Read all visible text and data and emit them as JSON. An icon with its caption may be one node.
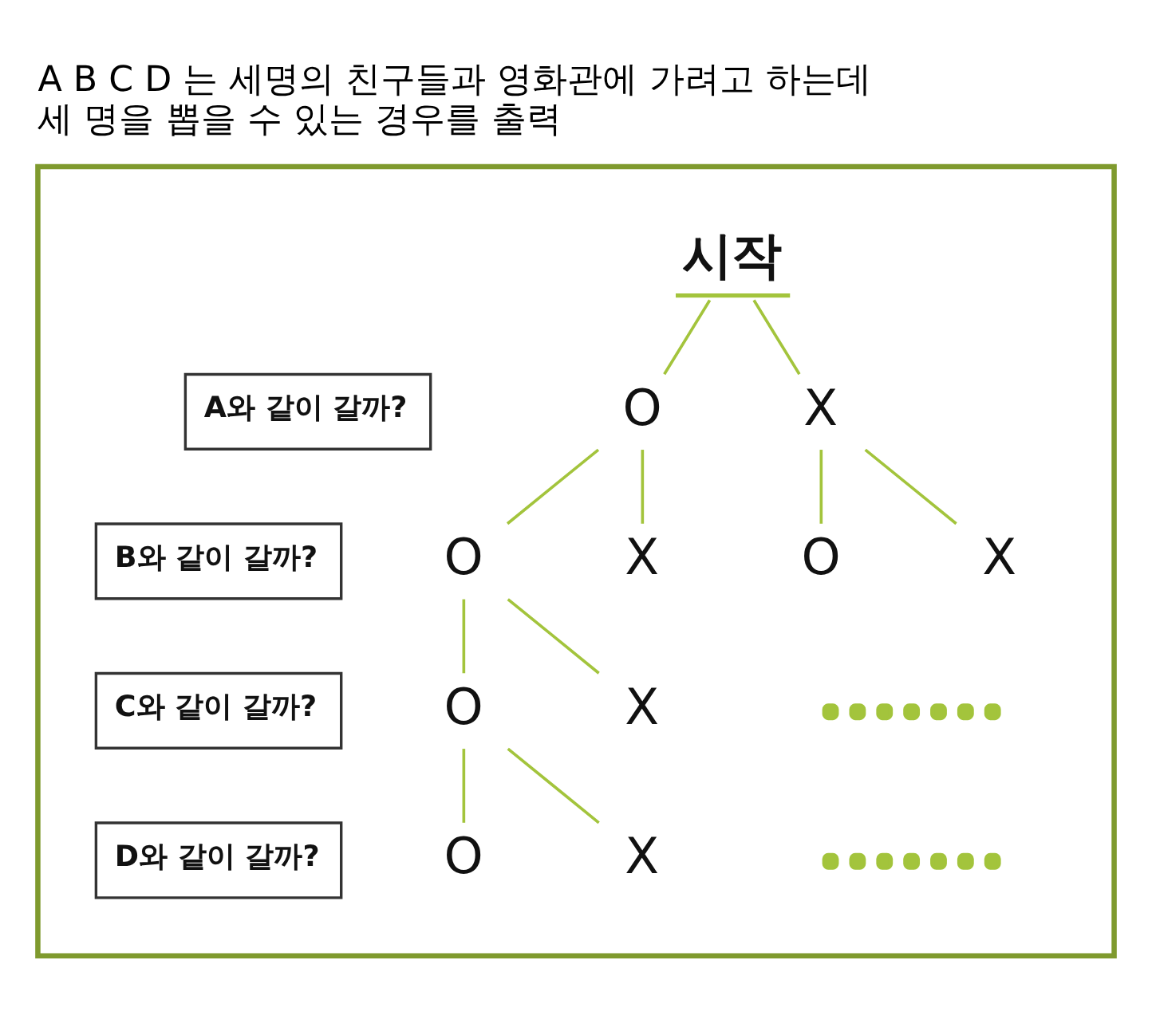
{
  "diagram": {
    "title": "A B C D 는 세명의 친구들과 영화관에 가려고 하는데 세 명을 뽑을 수 있는 경우를 출력",
    "nodes": [
      {
        "text": [],
        "shape": "box"
      },
      {
        "text": [
          "시작"
        ],
        "in": 0
      },
      {
        "text": [
          "A와 같이 갈까?"
        ],
        "in": 0
      },
      {
        "text": [
          "O"
        ],
        "in": 0
      },
      {
        "text": [
          "X"
        ],
        "in": 0
      },
      {
        "text": [
          "B와 같이 갈까?"
        ],
        "in": 0
      },
      {
        "text": [
          "O"
        ],
        "in": 0
      },
      {
        "text": [
          "X"
        ],
        "in": 0
      },
      {
        "text": [
          "O"
        ],
        "in": 0
      },
      {
        "text": [
          "X"
        ],
        "in": 0
      },
      {
        "text": [],
        "shape": "dots",
        "in": 0
      },
      {
        "text": [
          "C와 같이 갈까?"
        ],
        "in": 0
      },
      {
        "text": [
          "O"
        ],
        "in": 0
      },
      {
        "text": [
          "X"
        ],
        "in": 0
      },
      {
        "text": [],
        "shape": "dots",
        "in": 0
      },
      {
        "text": [
          "D와 같이 갈까?"
        ],
        "in": 0
      },
      {
        "text": [
          "O"
        ],
        "in": 0
      },
      {
        "text": [
          "X"
        ],
        "in": 0
      }
    ],
    "edges": [
      {
        "from": 1,
        "to": 3,
        "arrow": "none"
      },
      {
        "from": 1,
        "to": 4,
        "arrow": "none"
      },
      {
        "from": 3,
        "to": 6,
        "arrow": "none"
      },
      {
        "from": 3,
        "to": 7,
        "arrow": "none"
      },
      {
        "from": 4,
        "to": 8,
        "arrow": "none"
      },
      {
        "from": 4,
        "to": 9,
        "arrow": "none"
      },
      {
        "from": 6,
        "to": 12,
        "arrow": "none"
      },
      {
        "from": 6,
        "to": 13,
        "arrow": "none"
      },
      {
        "from": 12,
        "to": 16,
        "arrow": "none"
      },
      {
        "from": 12,
        "to": 17,
        "arrow": "none"
      }
    ]
  }
}
